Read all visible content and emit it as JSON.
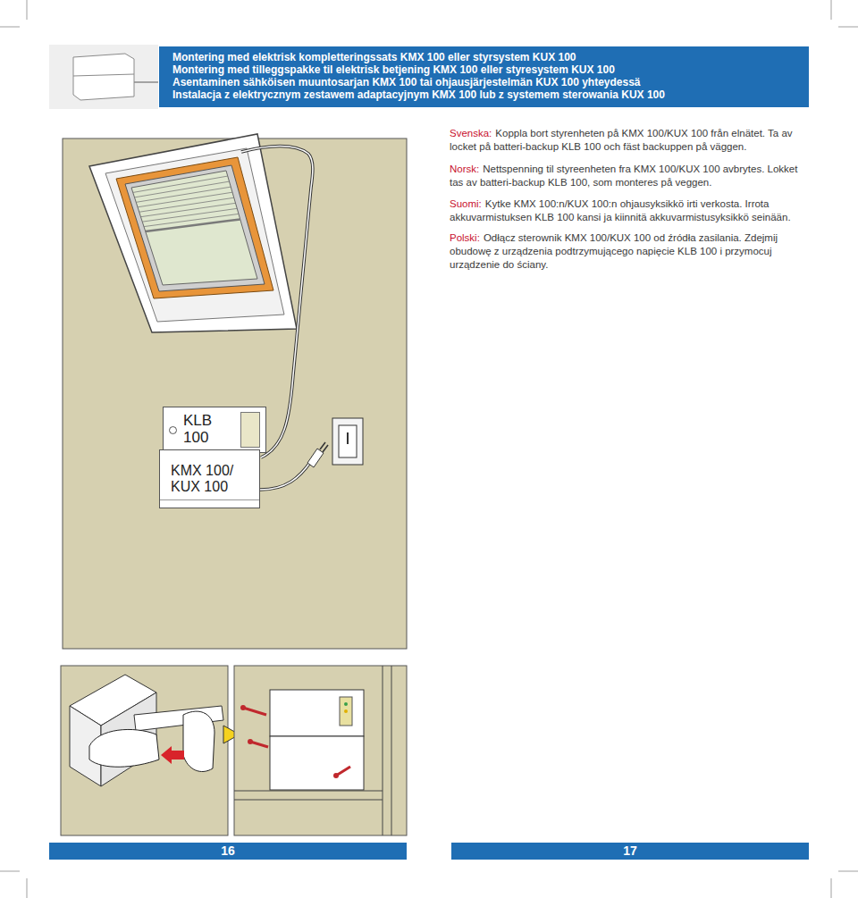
{
  "diagram": {
    "nodes": [
      {
        "text": [
          "KLB 100"
        ]
      },
      {
        "text": [
          "KMX 100/ KUX 100"
        ]
      }
    ],
    "labels": [
      "Montering med elektrisk kompletteringssats KMX 100 eller styrsystem KUX 100",
      "Montering med tilleggspakke til elektrisk betjening KMX 100 eller styresystem KUX 100",
      "Asentaminen sähköisen muuntosarjan KMX 100 tai ohjausjärjestelmän KUX 100 yhteydessä",
      "Instalacja z elektrycznym zestawem adaptacyjnym KMX 100 lub z systemem sterowania KUX 100",
      "Svenska:",
      "Koppla bort styrenheten på KMX 100/KUX 100 från elnätet. Ta av locket på batteri-backup KLB 100 och fäst backuppen på väggen.",
      "Norsk:",
      "Nettspenning til styreenheten fra KMX 100/KUX 100 avbrytes. Lokket tas av batteri-backup KLB 100, som monteres på veggen.",
      "Suomi:",
      "Kytke KMX 100:n/KUX 100:n ohjausyksikkö irti verkosta. Irrota akkuvarmistuksen KLB 100 kansi ja kiinnitä akkuvarmistusyksikkö seinään.",
      "Polski:",
      "Odłącz sterownik KMX 100/KUX 100 od źródła zasilania. Zdejmij obudowę z urządzenia podtrzymującego napięcie KLB 100 i przymocuj urządzenie do ściany.",
      "16",
      "17"
    ]
  }
}
